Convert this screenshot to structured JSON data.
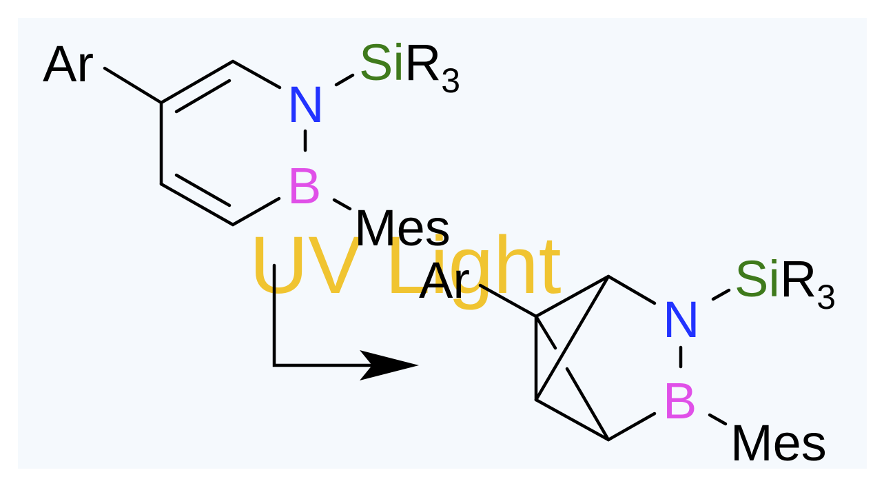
{
  "colors": {
    "background": "#f5f9fd",
    "bond": "#000000",
    "nitrogen": "#2233ff",
    "boron": "#e050e8",
    "silicon": "#3f7a1c",
    "label": "#000000",
    "uv_light": "#f0c020"
  },
  "condition": {
    "label": "UV Light"
  },
  "reactant": {
    "ar": "Ar",
    "n": "N",
    "b": "B",
    "mes": "Mes",
    "si": "Si",
    "r": "R",
    "sub3": "3"
  },
  "product": {
    "ar": "Ar",
    "n": "N",
    "b": "B",
    "mes": "Mes",
    "si": "Si",
    "r": "R",
    "sub3": "3"
  }
}
